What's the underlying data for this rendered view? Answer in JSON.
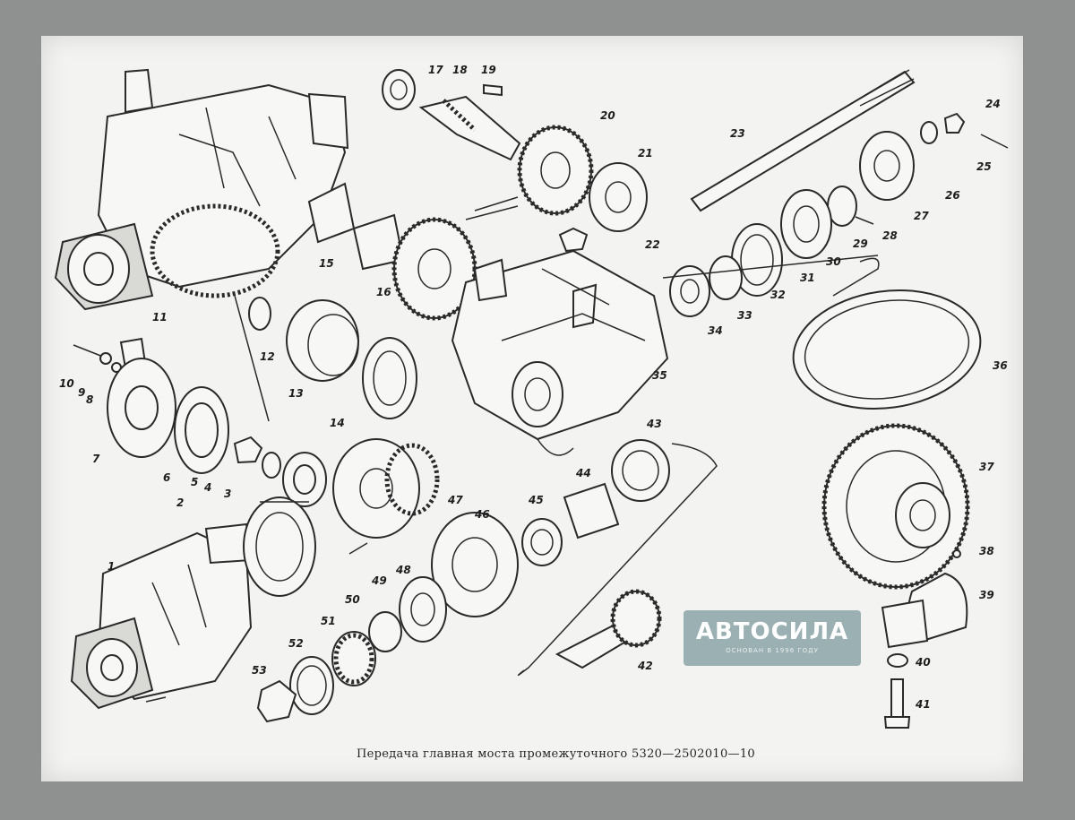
{
  "caption": "Передача главная моста промежуточного 5320—2502010—10",
  "watermark": {
    "name": "АВТОСИЛА",
    "tagline": "ОСНОВАН В 1996 ГОДУ"
  },
  "part_numbers": [
    "1",
    "2",
    "3",
    "4",
    "5",
    "6",
    "7",
    "8",
    "9",
    "10",
    "11",
    "12",
    "13",
    "14",
    "15",
    "16",
    "17",
    "18",
    "19",
    "20",
    "21",
    "22",
    "23",
    "24",
    "25",
    "26",
    "27",
    "28",
    "29",
    "30",
    "31",
    "32",
    "33",
    "34",
    "35",
    "36",
    "37",
    "38",
    "39",
    "40",
    "41",
    "42",
    "43",
    "44",
    "45",
    "46",
    "47",
    "48",
    "49",
    "50",
    "51",
    "52",
    "53"
  ],
  "colors": {
    "background": "#8f9190",
    "paper": "#f3f3f1",
    "ink": "#2a2a2a",
    "watermark": "#789699"
  }
}
